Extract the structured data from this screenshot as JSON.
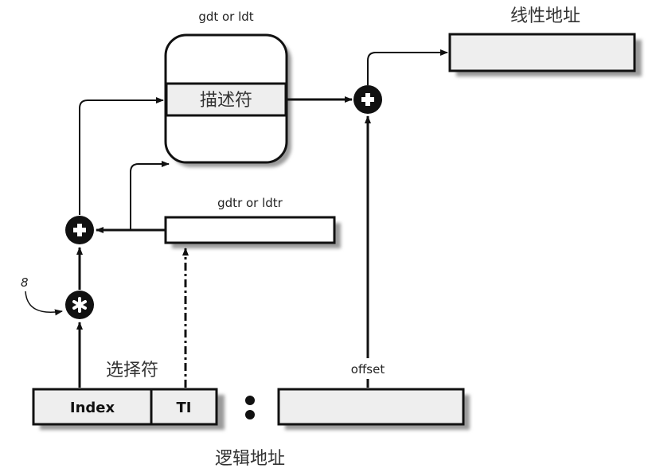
{
  "diagram": {
    "descriptor_table": {
      "title": "gdt or ldt",
      "entry_label": "描述符"
    },
    "linear_address": {
      "label": "线性地址"
    },
    "register": {
      "label": "gdtr or ldtr"
    },
    "multiplier": {
      "label": "8",
      "operator": "*"
    },
    "adder_operator": "+",
    "selector": {
      "label": "选择符",
      "index_label": "Index",
      "ti_label": "TI"
    },
    "offset": {
      "label": "offset"
    },
    "logical_address": {
      "label": "逻辑地址",
      "separator": ":"
    },
    "colors": {
      "box_fill": "#eeeeee",
      "stroke": "#111111",
      "shadow": "#9a9a9a"
    }
  }
}
